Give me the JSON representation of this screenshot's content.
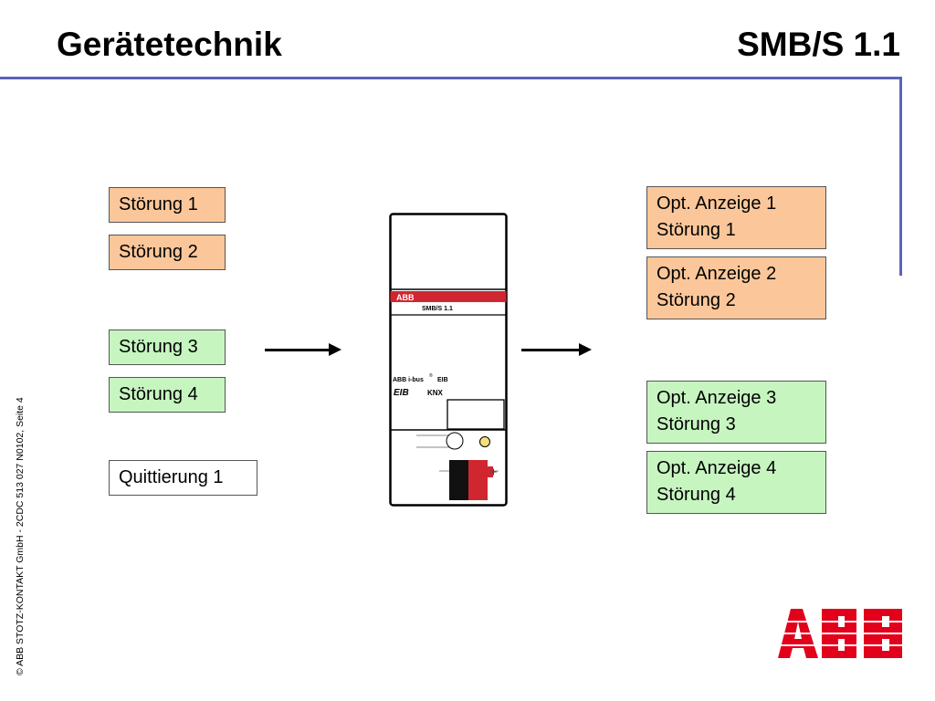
{
  "header": {
    "title_left": "Gerätetechnik",
    "title_right": "SMB/S 1.1",
    "rule_color": "#5a63b8"
  },
  "copyright": "© ABB STOTZ-KONTAKT GmbH  - 2CDC 513 027 N0102, Seite 4",
  "inputs": [
    {
      "label": "Störung 1",
      "color": "orange"
    },
    {
      "label": "Störung 2",
      "color": "orange"
    },
    {
      "label": "Störung 3",
      "color": "green"
    },
    {
      "label": "Störung 4",
      "color": "green"
    },
    {
      "label": "Quittierung 1",
      "color": "white"
    }
  ],
  "outputs": [
    {
      "line1": "Opt. Anzeige 1",
      "line2": "Störung 1",
      "color": "orange"
    },
    {
      "line1": "Opt. Anzeige 2",
      "line2": "Störung 2",
      "color": "orange"
    },
    {
      "line1": "Opt. Anzeige 3",
      "line2": "Störung 3",
      "color": "green"
    },
    {
      "line1": "Opt. Anzeige 4",
      "line2": "Störung 4",
      "color": "green"
    }
  ],
  "device": {
    "brand": "ABB",
    "model": "SMB/S 1.1",
    "bus_label": "ABB i-bus",
    "bus_suffix": "EIB",
    "eib_logo": "EIB",
    "knx_logo": "KNX",
    "registered_mark": "®",
    "stripe_color": "#d0262f"
  },
  "logo": {
    "text": "ABB",
    "color": "#e2001a"
  },
  "colors": {
    "orange": "#fbc79a",
    "green": "#c6f5c0",
    "white": "#ffffff"
  }
}
